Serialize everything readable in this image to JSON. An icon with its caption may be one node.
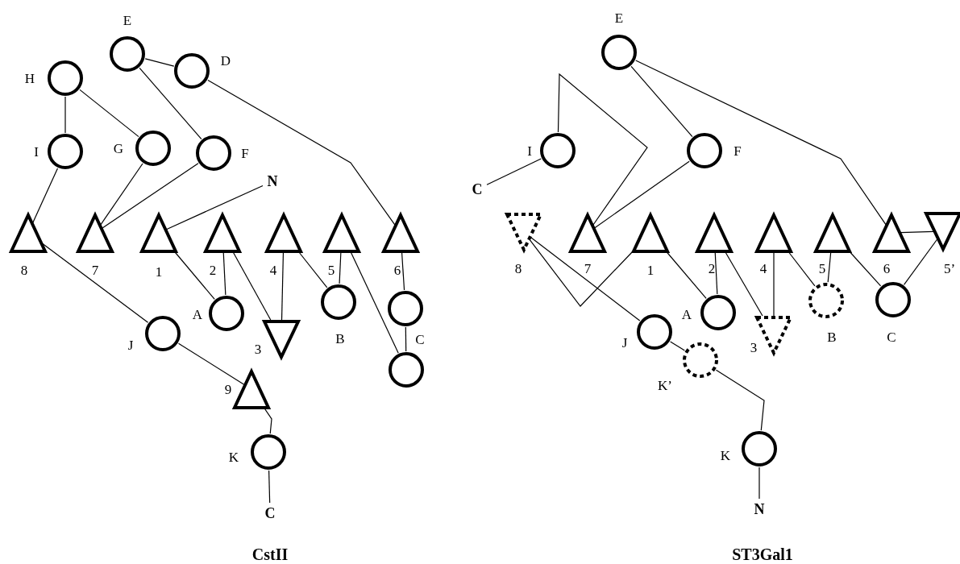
{
  "diagram": {
    "nodes": [
      {
        "text": [],
        "shape": "circle",
        "beside": [
          "E"
        ]
      },
      {
        "text": [],
        "shape": "circle",
        "beside": [
          "D"
        ]
      },
      {
        "text": [],
        "shape": "circle",
        "beside": [
          "H"
        ]
      },
      {
        "text": [],
        "shape": "circle",
        "beside": [
          "I"
        ]
      },
      {
        "text": [],
        "shape": "circle",
        "beside": [
          "G"
        ]
      },
      {
        "text": [],
        "shape": "circle",
        "beside": [
          "F"
        ]
      },
      {
        "text": [
          "N"
        ]
      },
      {
        "text": [],
        "shape": "triangle",
        "beside": [
          "8"
        ]
      },
      {
        "text": [],
        "shape": "triangle",
        "beside": [
          "7"
        ]
      },
      {
        "text": [],
        "shape": "triangle",
        "beside": [
          "1"
        ]
      },
      {
        "text": [],
        "shape": "triangle",
        "beside": [
          "2"
        ]
      },
      {
        "text": [],
        "shape": "triangle",
        "beside": [
          "4"
        ]
      },
      {
        "text": [],
        "shape": "triangle",
        "beside": [
          "5"
        ]
      },
      {
        "text": [],
        "shape": "triangle",
        "beside": [
          "6"
        ]
      },
      {
        "text": [],
        "shape": "circle",
        "beside": [
          "A"
        ]
      },
      {
        "text": [],
        "shape": "inverted-triangle",
        "beside": [
          "3"
        ]
      },
      {
        "text": [],
        "shape": "circle",
        "beside": [
          "B"
        ]
      },
      {
        "text": [],
        "shape": "circle",
        "beside": [
          "C"
        ]
      },
      {
        "text": [],
        "shape": "circle",
        "beside": [
          "J"
        ]
      },
      {
        "text": [],
        "shape": "triangle",
        "beside": [
          "9"
        ]
      },
      {
        "text": [],
        "shape": "circle"
      },
      {
        "text": [],
        "shape": "circle",
        "beside": [
          "K"
        ]
      },
      {
        "text": [
          "C"
        ]
      },
      {
        "text": [],
        "shape": "circle",
        "beside": [
          "E"
        ]
      },
      {
        "text": [],
        "shape": "circle",
        "beside": [
          "I"
        ]
      },
      {
        "text": [],
        "shape": "circle",
        "beside": [
          "F"
        ]
      },
      {
        "text": [
          "C"
        ]
      },
      {
        "text": [],
        "shape": "inverted-triangle",
        "beside": [
          "8"
        ]
      },
      {
        "text": [],
        "shape": "triangle",
        "beside": [
          "7"
        ]
      },
      {
        "text": [],
        "shape": "triangle",
        "beside": [
          "1"
        ]
      },
      {
        "text": [],
        "shape": "triangle",
        "beside": [
          "2"
        ]
      },
      {
        "text": [],
        "shape": "triangle",
        "beside": [
          "4"
        ]
      },
      {
        "text": [],
        "shape": "triangle",
        "beside": [
          "5"
        ]
      },
      {
        "text": [],
        "shape": "triangle",
        "beside": [
          "6"
        ]
      },
      {
        "text": [],
        "shape": "inverted-triangle",
        "beside": [
          "5’"
        ]
      },
      {
        "text": [],
        "shape": "circle",
        "beside": [
          "A"
        ]
      },
      {
        "text": [],
        "shape": "circle",
        "beside": [
          "B"
        ]
      },
      {
        "text": [],
        "shape": "circle",
        "beside": [
          "C"
        ]
      },
      {
        "text": [],
        "shape": "inverted-triangle",
        "beside": [
          "3"
        ]
      },
      {
        "text": [],
        "shape": "circle",
        "beside": [
          "J"
        ]
      },
      {
        "text": [],
        "shape": "circle",
        "beside": [
          "K’"
        ]
      },
      {
        "text": [],
        "shape": "circle",
        "beside": [
          "K"
        ]
      },
      {
        "text": [
          "N"
        ]
      }
    ],
    "edges": [
      {
        "from": 6,
        "to": 9,
        "arrow": "none"
      },
      {
        "from": 9,
        "to": 14,
        "arrow": "none"
      },
      {
        "from": 14,
        "to": 10,
        "arrow": "none"
      },
      {
        "from": 10,
        "to": 15,
        "arrow": "none"
      },
      {
        "from": 15,
        "to": 11,
        "arrow": "none"
      },
      {
        "from": 11,
        "to": 16,
        "arrow": "none"
      },
      {
        "from": 16,
        "to": 12,
        "arrow": "none"
      },
      {
        "from": 12,
        "to": 20,
        "arrow": "none"
      },
      {
        "from": 20,
        "to": 17,
        "arrow": "none"
      },
      {
        "from": 17,
        "to": 13,
        "arrow": "none"
      },
      {
        "from": 13,
        "to": 1,
        "arrow": "none"
      },
      {
        "from": 1,
        "to": 0,
        "arrow": "none"
      },
      {
        "from": 0,
        "to": 5,
        "arrow": "none"
      },
      {
        "from": 5,
        "to": 8,
        "arrow": "none"
      },
      {
        "from": 8,
        "to": 4,
        "arrow": "none"
      },
      {
        "from": 4,
        "to": 2,
        "arrow": "none"
      },
      {
        "from": 2,
        "to": 3,
        "arrow": "none"
      },
      {
        "from": 3,
        "to": 7,
        "arrow": "none"
      },
      {
        "from": 7,
        "to": 18,
        "arrow": "none"
      },
      {
        "from": 18,
        "to": 19,
        "arrow": "none"
      },
      {
        "from": 19,
        "to": 21,
        "arrow": "none"
      },
      {
        "from": 21,
        "to": 22,
        "arrow": "none"
      },
      {
        "from": 42,
        "to": 41,
        "arrow": "none"
      },
      {
        "from": 41,
        "to": 40,
        "arrow": "none"
      },
      {
        "from": 39,
        "to": 27,
        "arrow": "none"
      },
      {
        "from": 27,
        "to": 29,
        "arrow": "none"
      },
      {
        "from": 29,
        "to": 35,
        "arrow": "none"
      },
      {
        "from": 35,
        "to": 30,
        "arrow": "none"
      },
      {
        "from": 30,
        "to": 38,
        "arrow": "none"
      },
      {
        "from": 38,
        "to": 31,
        "arrow": "none"
      },
      {
        "from": 31,
        "to": 36,
        "arrow": "none"
      },
      {
        "from": 36,
        "to": 32,
        "arrow": "none"
      },
      {
        "from": 32,
        "to": 37,
        "arrow": "none"
      },
      {
        "from": 37,
        "to": 34,
        "arrow": "none"
      },
      {
        "from": 34,
        "to": 33,
        "arrow": "none"
      },
      {
        "from": 33,
        "to": 23,
        "arrow": "none"
      },
      {
        "from": 23,
        "to": 25,
        "arrow": "none"
      },
      {
        "from": 25,
        "to": 28,
        "arrow": "none"
      },
      {
        "from": 28,
        "to": 24,
        "arrow": "none"
      },
      {
        "from": 24,
        "to": 26,
        "arrow": "none"
      },
      {
        "from": 40,
        "to": 39,
        "arrow": "none"
      }
    ],
    "labels": [
      "CstII",
      "ST3Gal1"
    ]
  }
}
